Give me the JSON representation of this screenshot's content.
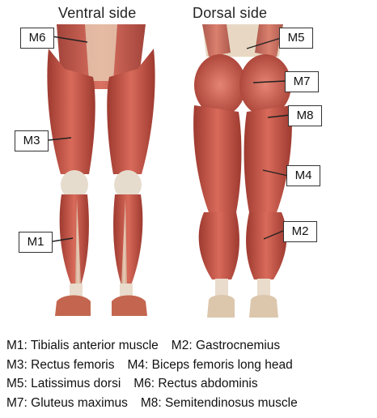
{
  "figure": {
    "titles": {
      "ventral": "Ventral side",
      "dorsal": "Dorsal side"
    },
    "labels": [
      "M6",
      "M3",
      "M1",
      "M5",
      "M7",
      "M8",
      "M4",
      "M2"
    ]
  },
  "legend": [
    [
      "M1: Tibialis anterior muscle",
      "M2: Gastrocnemius"
    ],
    [
      "M3: Rectus femoris",
      "M4: Biceps femoris long head"
    ],
    [
      "M5: Latissimus dorsi",
      "M6: Rectus abdominis"
    ],
    [
      "M7: Gluteus maximus",
      "M8: Semitendinosus muscle"
    ]
  ],
  "colors": {
    "muscle": "#c8574b",
    "muscle_dark": "#8f2f2a",
    "tendon": "#e8d8c0",
    "outline": "#333333"
  }
}
